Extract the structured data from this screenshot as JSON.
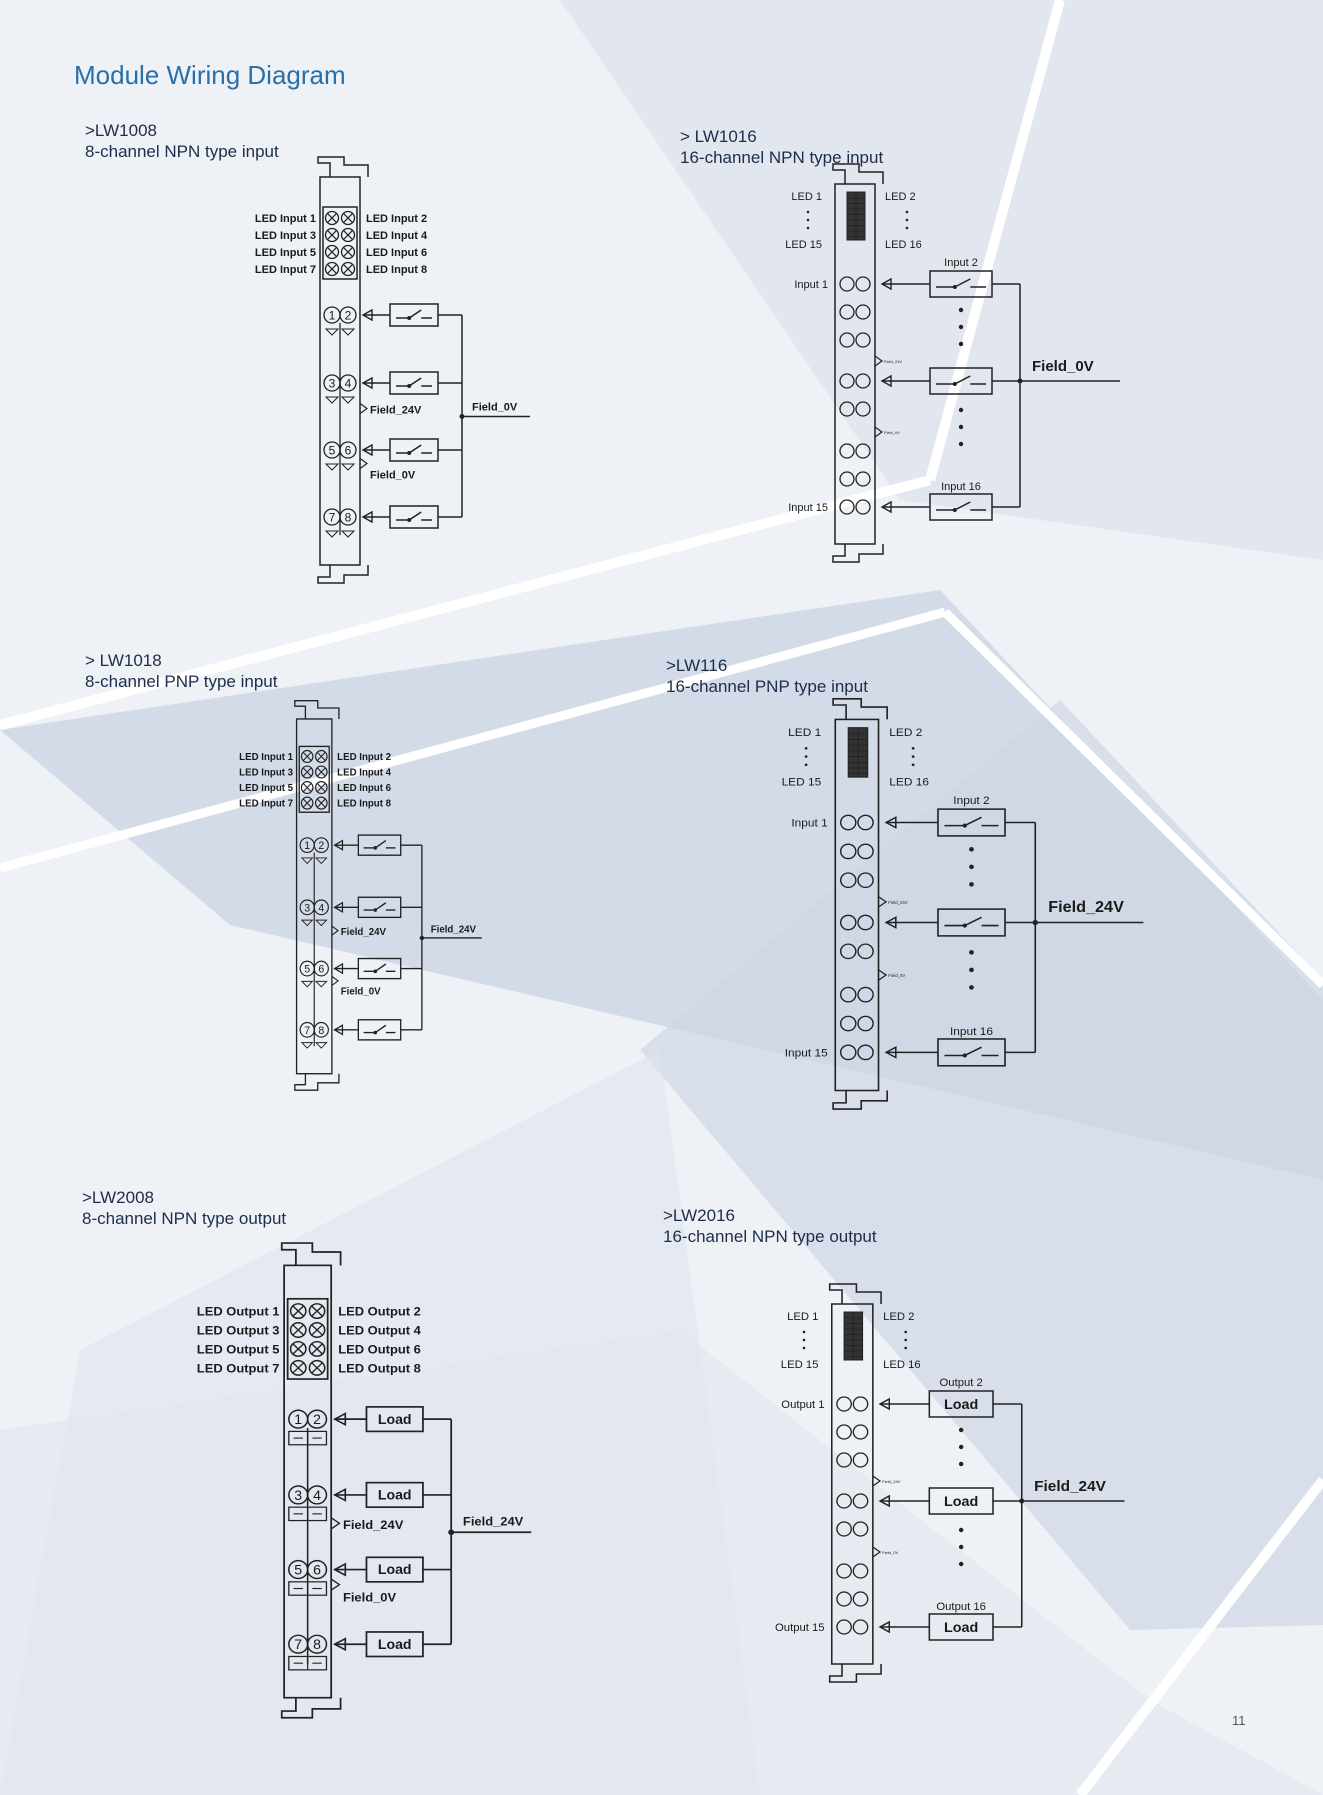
{
  "page": {
    "title": "Module Wiring Diagram",
    "page_number": "11"
  },
  "colors": {
    "title": "#2a6fa8",
    "caption": "#1d2d4a",
    "line": "#222222",
    "band": "#ffffff"
  },
  "modules": [
    {
      "code": ">LW1008",
      "desc": "8-channel NPN type input",
      "led_left": [
        "LED Input 1",
        "LED Input 3",
        "LED Input 5",
        "LED Input 7"
      ],
      "led_right": [
        "LED Input 2",
        "LED Input 4",
        "LED Input 6",
        "LED Input 8"
      ],
      "terminals": [
        "1",
        "2",
        "3",
        "4",
        "5",
        "6",
        "7",
        "8"
      ],
      "rail_upper": "Field_24V",
      "rail_lower": "Field_0V",
      "common": "Field_0V"
    },
    {
      "code": "> LW1016",
      "desc": "16-channel NPN type input",
      "led_tl": "LED 1",
      "led_tr": "LED 2",
      "led_bl": "LED 15",
      "led_br": "LED 16",
      "first_label": "Input 1",
      "last_label": "Input 15",
      "top_dev": "Input 2",
      "bottom_dev": "Input 16",
      "rail_upper": "Field_24V",
      "rail_lower": "Field_0V",
      "common": "Field_0V"
    },
    {
      "code": "> LW1018",
      "desc": "8-channel PNP type input",
      "led_left": [
        "LED Input 1",
        "LED Input 3",
        "LED Input 5",
        "LED Input 7"
      ],
      "led_right": [
        "LED Input 2",
        "LED Input 4",
        "LED Input 6",
        "LED Input 8"
      ],
      "terminals": [
        "1",
        "2",
        "3",
        "4",
        "5",
        "6",
        "7",
        "8"
      ],
      "rail_upper": "Field_24V",
      "rail_lower": "Field_0V",
      "common": "Field_24V"
    },
    {
      "code": ">LW116",
      "desc": "16-channel PNP type input",
      "led_tl": "LED 1",
      "led_tr": "LED 2",
      "led_bl": "LED 15",
      "led_br": "LED 16",
      "first_label": "Input 1",
      "last_label": "Input 15",
      "top_dev": "Input 2",
      "bottom_dev": "Input 16",
      "rail_upper": "Field_24V",
      "rail_lower": "Field_0V",
      "common": "Field_24V"
    },
    {
      "code": ">LW2008",
      "desc": "8-channel NPN type output",
      "led_left": [
        "LED Output 1",
        "LED Output 3",
        "LED Output 5",
        "LED Output 7"
      ],
      "led_right": [
        "LED Output 2",
        "LED Output 4",
        "LED Output 6",
        "LED Output 8"
      ],
      "terminals": [
        "1",
        "2",
        "3",
        "4",
        "5",
        "6",
        "7",
        "8"
      ],
      "device": "Load",
      "rail_upper": "Field_24V",
      "rail_lower": "Field_0V",
      "common": "Field_24V"
    },
    {
      "code": ">LW2016",
      "desc": "16-channel NPN type output",
      "led_tl": "LED 1",
      "led_tr": "LED 2",
      "led_bl": "LED 15",
      "led_br": "LED 16",
      "first_label": "Output 1",
      "last_label": "Output 15",
      "top_dev": "Output 2",
      "bottom_dev": "Output 16",
      "device": "Load",
      "rail_upper": "Field_24V",
      "rail_lower": "Field_0V",
      "common": "Field_24V"
    }
  ]
}
